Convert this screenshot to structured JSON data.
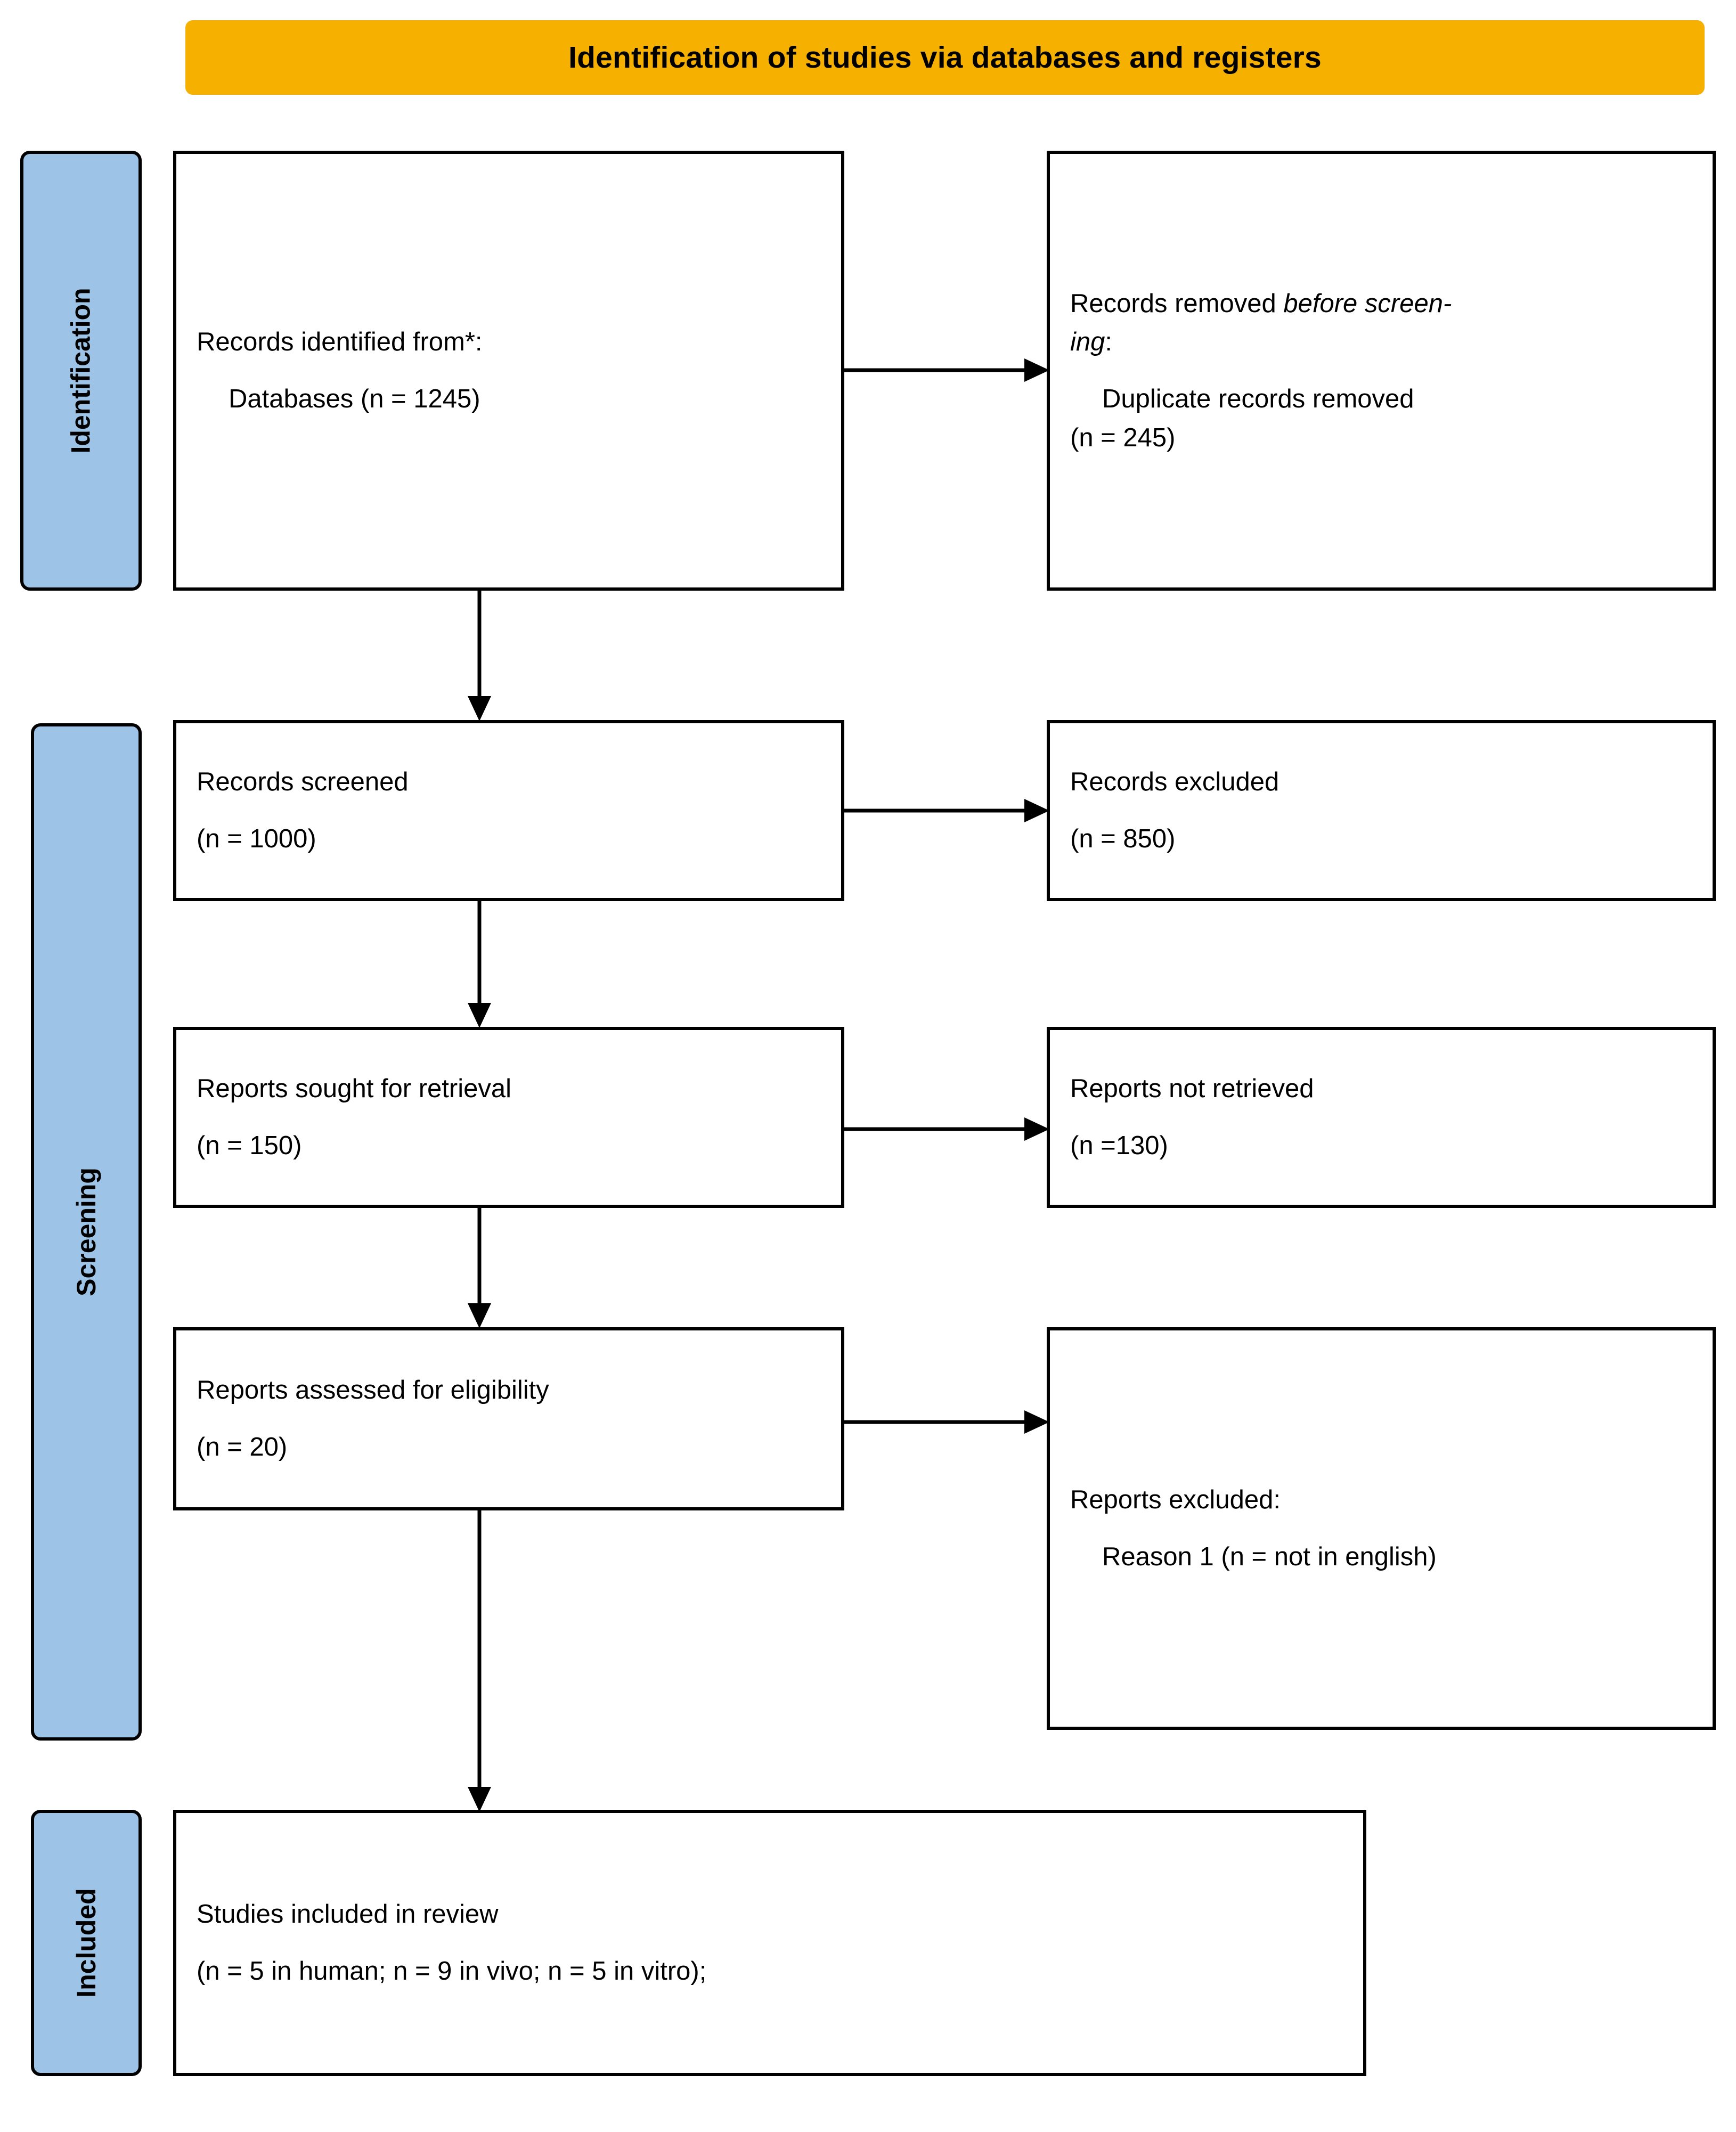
{
  "header": {
    "title": "Identification of studies via databases and registers",
    "color": "#F5B000"
  },
  "stages": [
    {
      "id": "identification",
      "label": "Identification"
    },
    {
      "id": "screening",
      "label": "Screening"
    },
    {
      "id": "included",
      "label": "Included"
    }
  ],
  "stage_color": "#9DC3E6",
  "boxes": {
    "identified": {
      "line1": "Records identified from*:",
      "line2": "Databases (n = 1245)"
    },
    "removed": {
      "line1a": "Records removed ",
      "line1b": "before screen-",
      "line1c": "ing",
      "line1d": ":",
      "line2": "Duplicate records removed",
      "line3": "(n = 245)"
    },
    "screened": {
      "line1": "Records screened",
      "line2": "(n = 1000)"
    },
    "excluded": {
      "line1": "Records excluded",
      "line2": "(n = 850)"
    },
    "sought": {
      "line1": "Reports sought for retrieval",
      "line2": "(n = 150)"
    },
    "not_retrieved": {
      "line1": "Reports not retrieved",
      "line2": "(n =130)"
    },
    "assessed": {
      "line1": "Reports assessed for eligibility",
      "line2": "(n = 20)"
    },
    "reports_excluded": {
      "line1": "Reports excluded:",
      "line2": "Reason 1 (n = not in english)"
    },
    "included": {
      "line1": "Studies included in review",
      "line2": "(n = 5 in human; n = 9 in vivo; n = 5 in vitro);"
    }
  },
  "arrows": [
    {
      "id": "identified-to-removed",
      "direction": "right"
    },
    {
      "id": "identified-to-screened",
      "direction": "down"
    },
    {
      "id": "screened-to-excluded",
      "direction": "right"
    },
    {
      "id": "screened-to-sought",
      "direction": "down"
    },
    {
      "id": "sought-to-notretrieved",
      "direction": "right"
    },
    {
      "id": "sought-to-assessed",
      "direction": "down"
    },
    {
      "id": "assessed-to-repexcluded",
      "direction": "right"
    },
    {
      "id": "assessed-to-included",
      "direction": "down"
    }
  ]
}
